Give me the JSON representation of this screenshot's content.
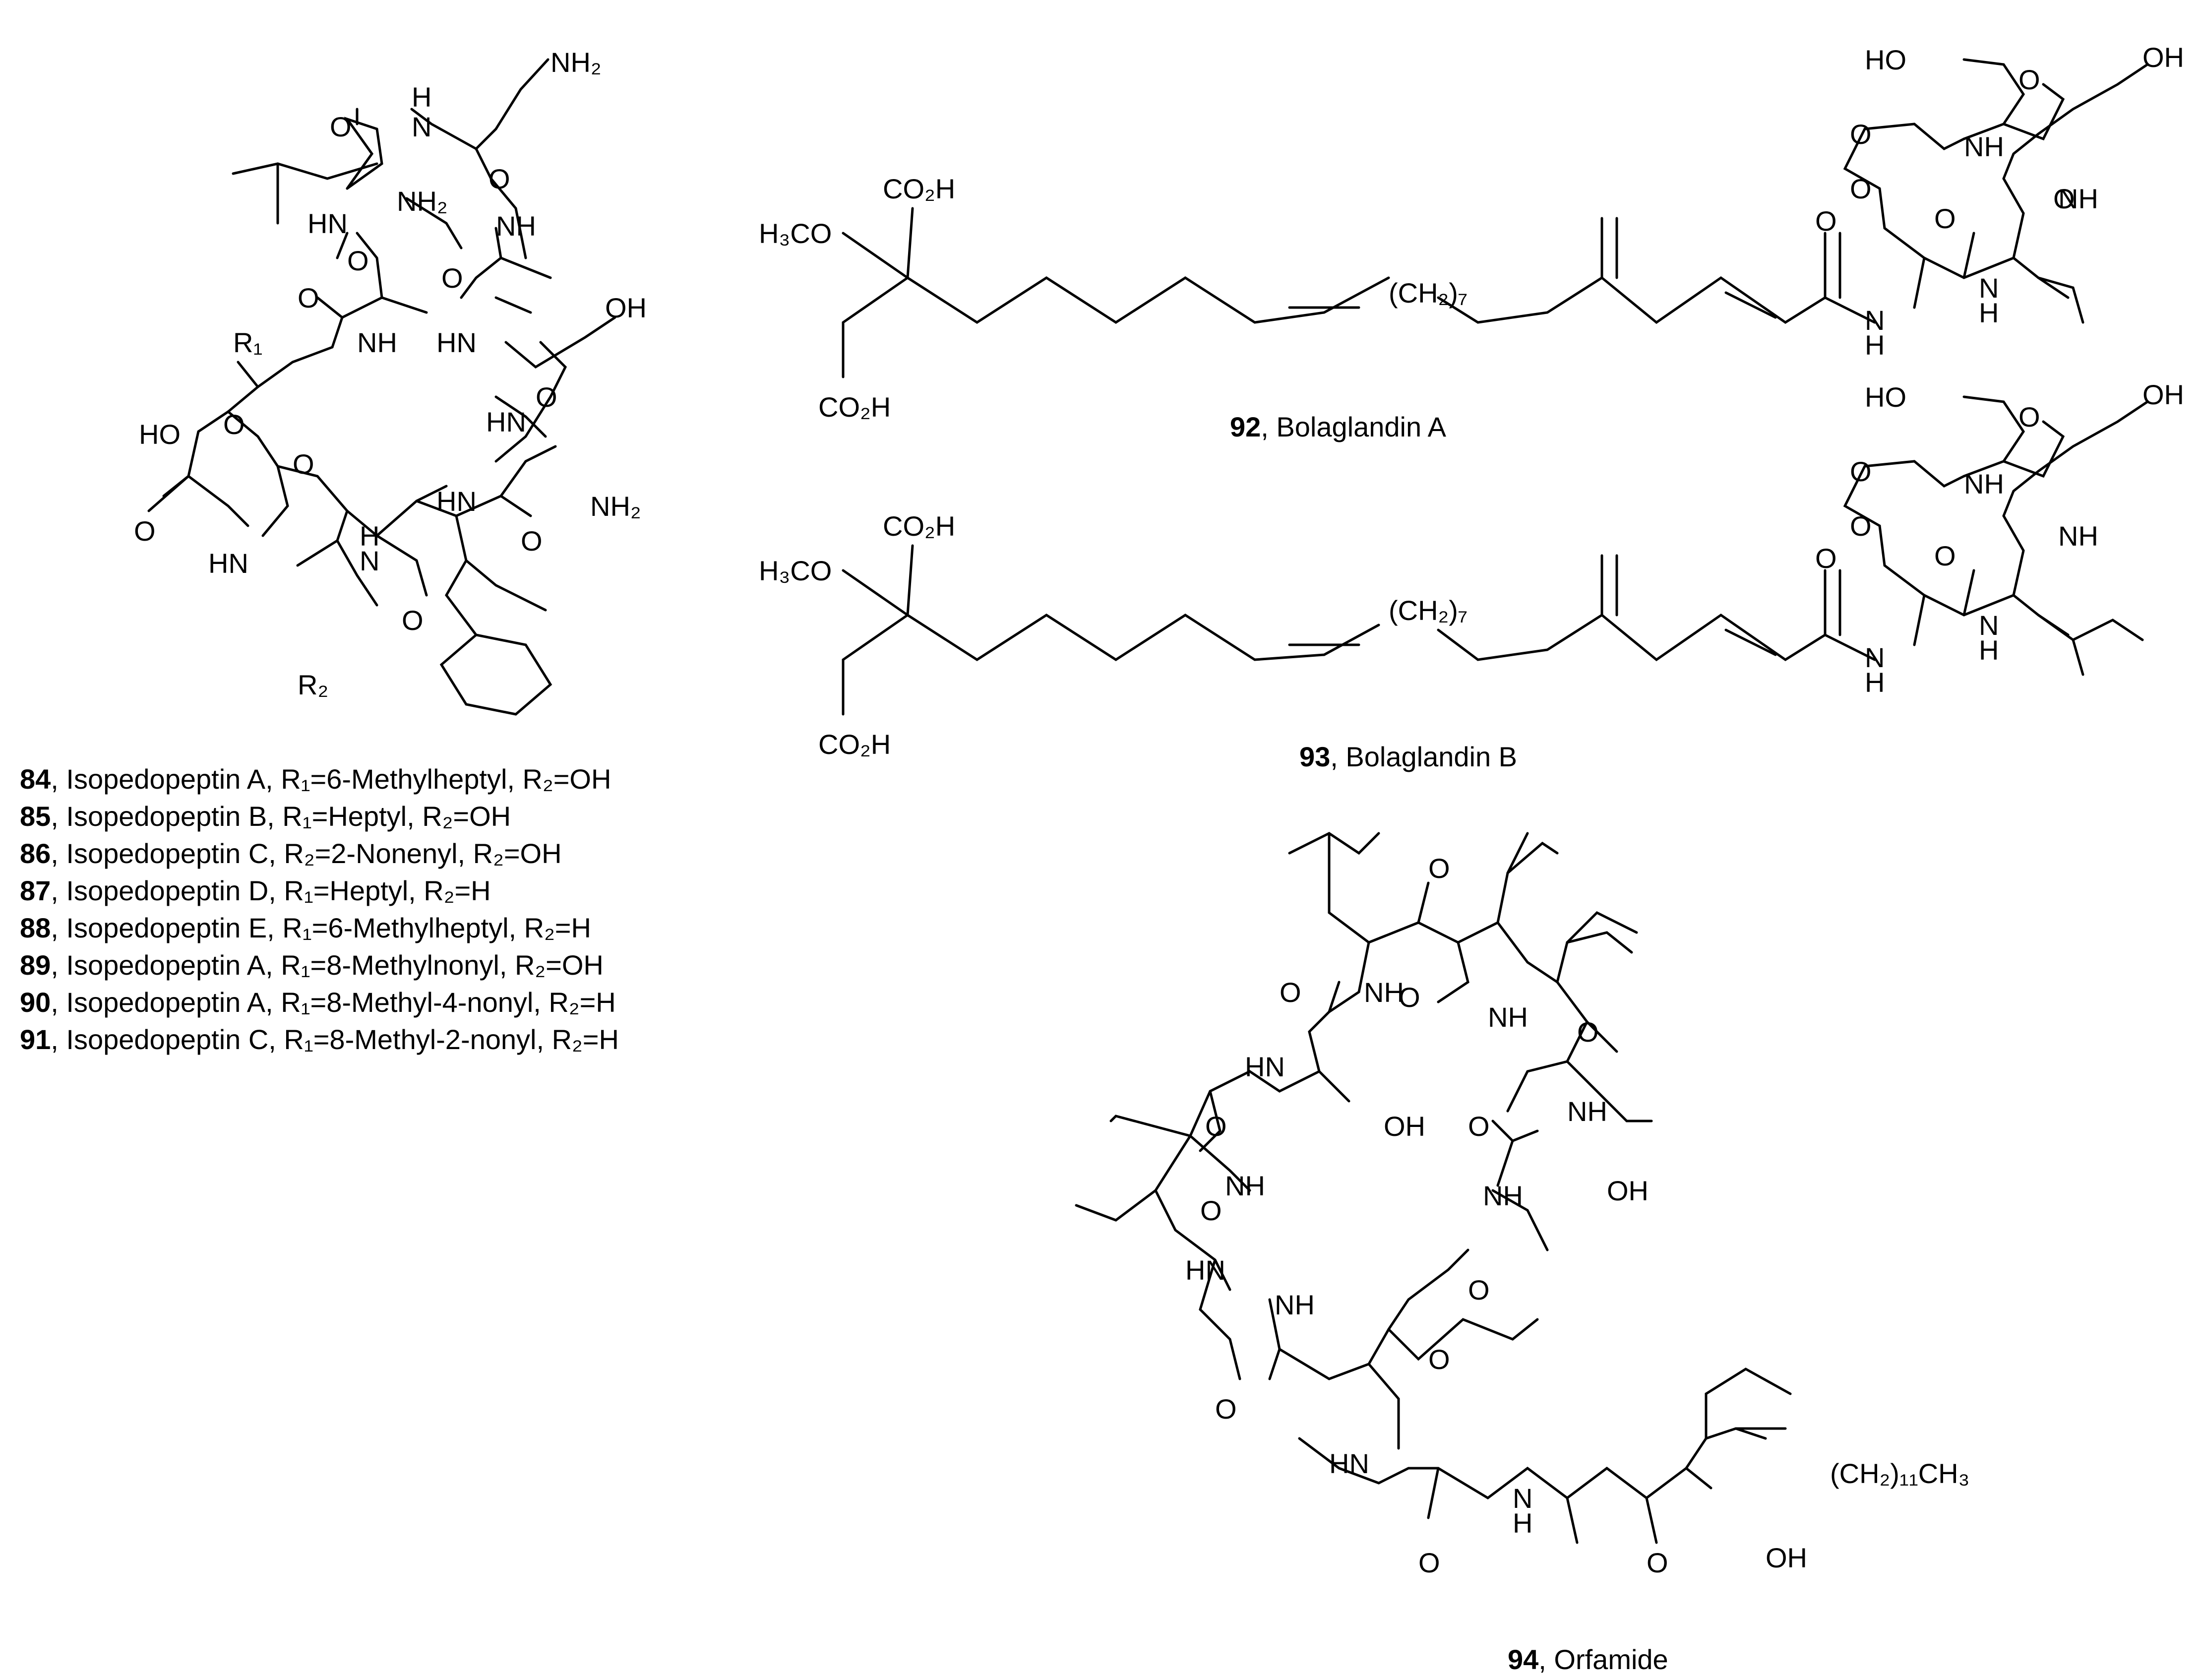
{
  "atoms": {
    "NH2": "NH₂",
    "NH": "NH",
    "HN": "HN",
    "H": "H",
    "N": "N",
    "O": "O",
    "OH": "OH",
    "HO": "HO",
    "R1": "R₁",
    "R2": "R₂",
    "CO2H": "CO₂H",
    "H3CO": "H₃CO",
    "CH2_7": "(CH₂)₇",
    "CH2_11CH3": "(CH₂)₁₁CH₃"
  },
  "compounds": {
    "c84": {
      "num": "84",
      "text": ", Isopedopeptin A, R₁=6-Methylheptyl, R₂=OH"
    },
    "c85": {
      "num": "85",
      "text": ", Isopedopeptin B, R₁=Heptyl, R₂=OH"
    },
    "c86": {
      "num": "86",
      "text": ", Isopedopeptin C, R₂=2-Nonenyl, R₂=OH"
    },
    "c87": {
      "num": "87",
      "text": ", Isopedopeptin D, R₁=Heptyl, R₂=H"
    },
    "c88": {
      "num": "88",
      "text": ", Isopedopeptin E, R₁=6-Methylheptyl, R₂=H"
    },
    "c89": {
      "num": "89",
      "text": ", Isopedopeptin A, R₁=8-Methylnonyl, R₂=OH"
    },
    "c90": {
      "num": "90",
      "text": ", Isopedopeptin A, R₁=8-Methyl-4-nonyl, R₂=H"
    },
    "c91": {
      "num": "91",
      "text": ", Isopedopeptin C, R₁=8-Methyl-2-nonyl, R₂=H"
    },
    "c92": {
      "num": "92",
      "text": ", Bolaglandin A"
    },
    "c93": {
      "num": "93",
      "text": ", Bolaglandin B"
    },
    "c94": {
      "num": "94",
      "text": ", Orfamide"
    }
  }
}
